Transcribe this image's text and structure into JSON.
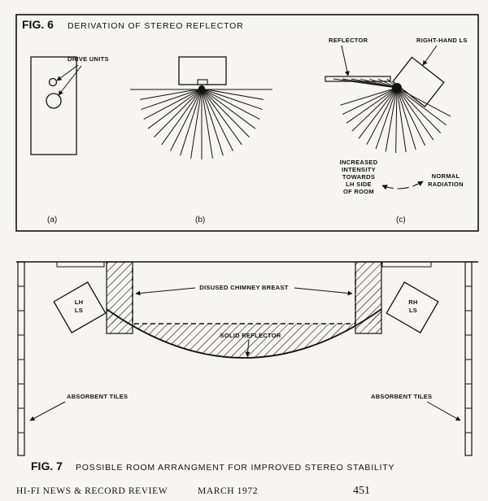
{
  "fig6": {
    "number": "FIG. 6",
    "title": "DERIVATION OF STEREO REFLECTOR",
    "drive_units_label": "DRIVE UNITS",
    "reflector_label": "REFLECTOR",
    "right_hand_ls_label": "RIGHT-HAND LS",
    "increased_intensity_lines": [
      "INCREASED",
      "INTENSITY",
      "TOWARDS",
      "LH SIDE",
      "OF ROOM"
    ],
    "normal_radiation_lines": [
      "NORMAL",
      "RADIATION"
    ],
    "panel_labels": [
      "(a)",
      "(b)",
      "(c)"
    ]
  },
  "fig7": {
    "number": "FIG. 7",
    "title": "POSSIBLE ROOM ARRANGMENT FOR IMPROVED STEREO STABILITY",
    "chimney_label": "DISUSED CHIMNEY BREAST",
    "reflector_label": "SOLID REFLECTOR",
    "lh_ls_lines": [
      "LH",
      "LS"
    ],
    "rh_ls_lines": [
      "RH",
      "LS"
    ],
    "absorbent_left": "ABSORBENT TILES",
    "absorbent_right": "ABSORBENT TILES"
  },
  "footer": {
    "publication": "HI-FI NEWS & RECORD REVIEW",
    "issue": "MARCH 1972",
    "page": "451"
  }
}
